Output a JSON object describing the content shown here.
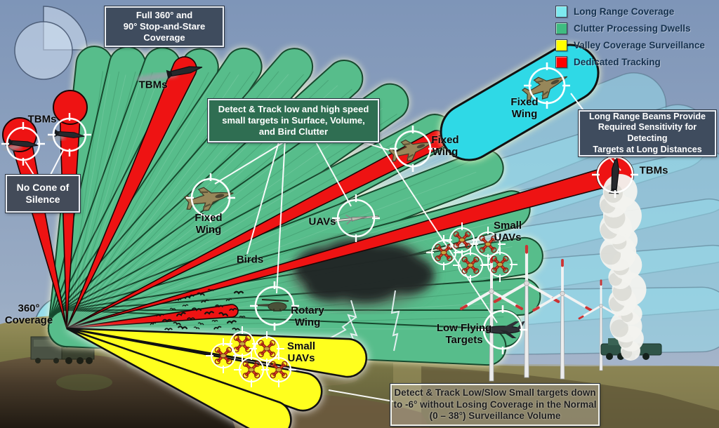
{
  "legend": {
    "items": [
      {
        "name": "long-range-coverage",
        "label": "Long Range Coverage",
        "color": "#7de9ef"
      },
      {
        "name": "clutter-processing-dwells",
        "label": "Clutter Processing Dwells",
        "color": "#3fbc81"
      },
      {
        "name": "valley-coverage-surveillance",
        "label": "Valley Coverage Surveillance",
        "color": "#ffff00"
      },
      {
        "name": "dedicated-tracking",
        "label": "Dedicated Tracking",
        "color": "#fe0000"
      }
    ]
  },
  "boxes": {
    "full360": "Full 360° and\n90° Stop-and-Stare\nCoverage",
    "detect_track": "Detect & Track low and high speed\nsmall targets in Surface, Volume,\nand Bird Clutter",
    "long_range": "Long Range Beams Provide\nRequired Sensitivity for Detecting\nTargets at Long Distances",
    "no_cone": "No Cone of\nSilence",
    "low_slow": "Detect  & Track Low/Slow Small targets down\nto -6° without Losing Coverage in the Normal\n(0 – 38°) Surveillance Volume"
  },
  "labels": {
    "tbms_left": "TBMs",
    "tbms_top": "TBMs",
    "tbms_right": "TBMs",
    "fixed_wing_left": "Fixed\nWing",
    "fixed_wing_right": "Fixed\nWing",
    "fixed_wing_cyan": "Fixed\nWing",
    "uavs": "UAVs",
    "birds": "Birds",
    "rotary_wing": "Rotary\nWing",
    "small_uavs_green": "Small\nUAVs",
    "small_uavs_yellow": "Small\nUAVs",
    "low_flying": "Low Flying\nTargets",
    "coverage_360": "360°\nCoverage"
  },
  "colors": {
    "green_fill": "#57bd8b",
    "green_stroke": "#17492e",
    "cyan_fill": "rgba(150,221,235,0.50)",
    "cyan_stroke": "rgba(70,100,120,0.45)",
    "bright_cyan": "#2fd9e6",
    "red": "#ee1313",
    "red_stroke": "#1a0505",
    "yellow": "#ffff1e",
    "white_line": "#ffffff"
  },
  "icons": [
    "radar-station-icon",
    "missile-icon",
    "fighter-jet-icon",
    "uav-icon",
    "helicopter-icon",
    "quadcopter-icon",
    "bird-icon",
    "wind-turbine-icon",
    "storm-cloud-icon",
    "crosshair-icon",
    "coverage-360-icon",
    "smoke-plume-icon",
    "launcher-vehicle-icon",
    "cyan-arrows-icon"
  ]
}
